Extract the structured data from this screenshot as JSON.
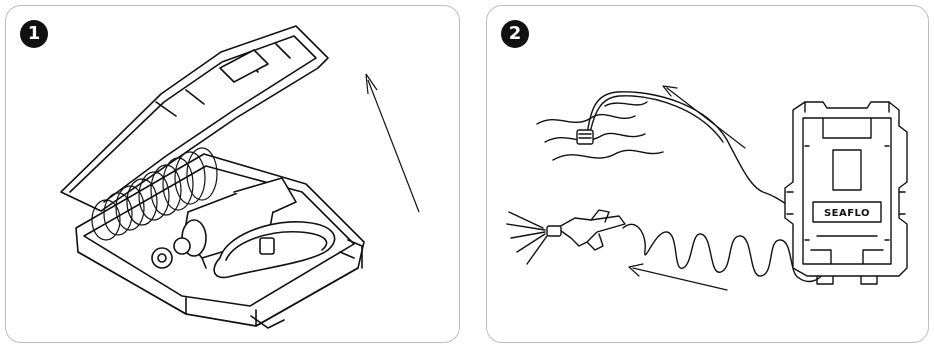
{
  "steps": [
    {
      "number": "1"
    },
    {
      "number": "2"
    }
  ],
  "case_brand": "SEAFLO",
  "colors": {
    "line": "#111111",
    "panel_border": "#bdbdbd",
    "badge": "#111111"
  }
}
